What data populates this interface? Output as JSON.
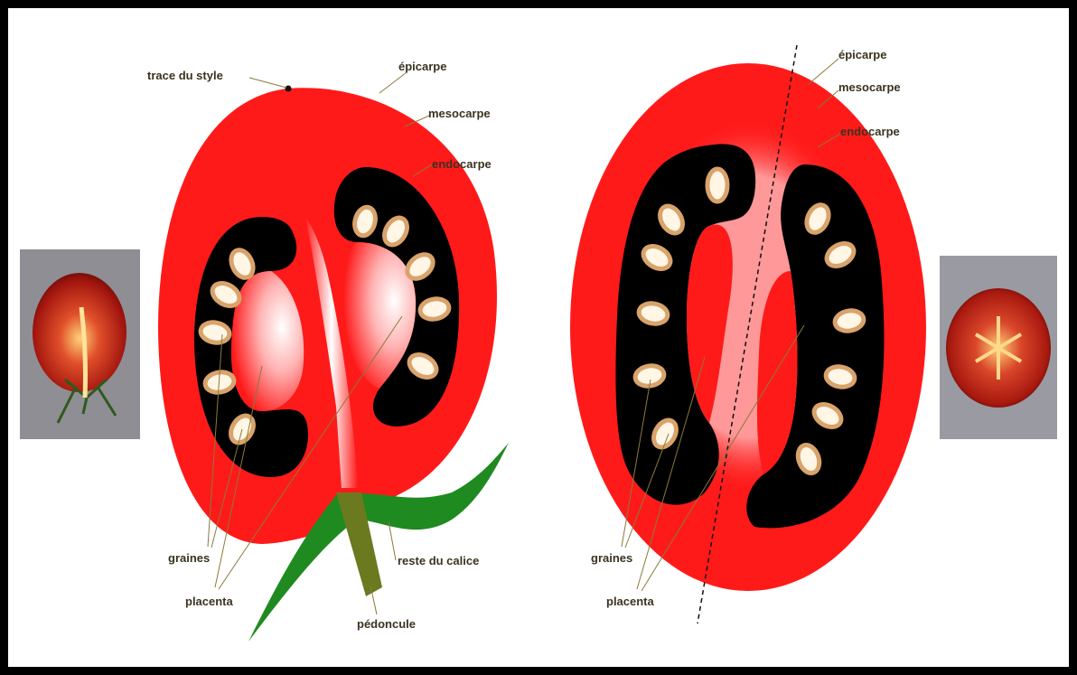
{
  "diagram": {
    "left_section": {
      "labels": {
        "style_trace": "trace du style",
        "epicarp": "épicarpe",
        "mesocarp": "mesocarpe",
        "endocarp": "endocarpe",
        "seeds": "graines",
        "placenta": "placenta",
        "calyx": "reste du calice",
        "peduncle": "pédoncule"
      }
    },
    "right_section": {
      "labels": {
        "epicarp": "épicarpe",
        "mesocarp": "mesocarpe",
        "endocarp": "endocarpe",
        "seeds": "graines",
        "placenta": "placenta"
      }
    },
    "colors": {
      "skin": "#ff1a1a",
      "locule": "#000000",
      "seed_fill": "#fff6e6",
      "seed_rim": "#d9a36b",
      "stem": "#1f8a1f",
      "peduncle": "#6b7a1f",
      "label": "#3a3320",
      "frame": "#000000"
    }
  }
}
